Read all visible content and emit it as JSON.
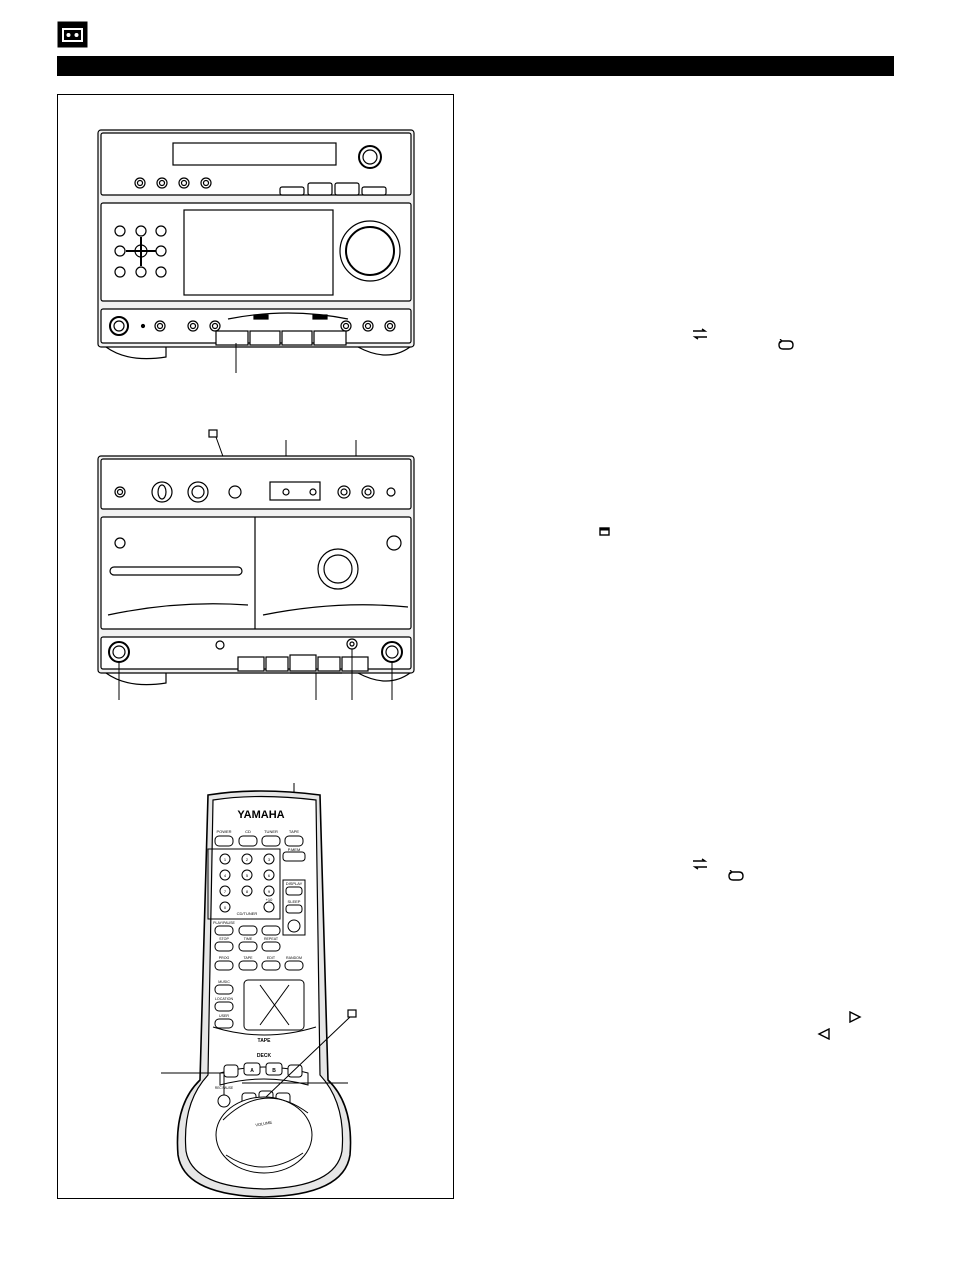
{
  "page": {
    "section_icon": "cassette-tape-icon",
    "header_text": ""
  },
  "remote": {
    "brand": "YAMAHA",
    "row1": [
      "POWER",
      "CD",
      "TUNER",
      "TAPE"
    ],
    "pmem_label": "P.MEM",
    "digits": [
      "1",
      "2",
      "3",
      "4",
      "5",
      "6",
      "7",
      "8",
      "9",
      "0",
      "+10"
    ],
    "display_label": "DISPLAY",
    "sleep_label": "SLEEP",
    "cd_tuner_label": "CD/TUNER",
    "transport_labels": [
      "PLAY/PAUSE",
      "STOP",
      "TIME",
      "REPEAT"
    ],
    "row_prog": [
      "PROG",
      "TAPE",
      "EDIT",
      "RANDOM"
    ],
    "side_labels": [
      "MUSIC",
      "LOCATION",
      "USER"
    ],
    "tape_label": "TAPE",
    "deck_label": "DECK",
    "deck_buttons": [
      "A",
      "B"
    ],
    "rec_label": "REC PAUSE",
    "volume_label": "VOLUME"
  },
  "colors": {
    "ink": "#000000",
    "panel_gray": "#d9d9d9",
    "paper": "#ffffff"
  }
}
